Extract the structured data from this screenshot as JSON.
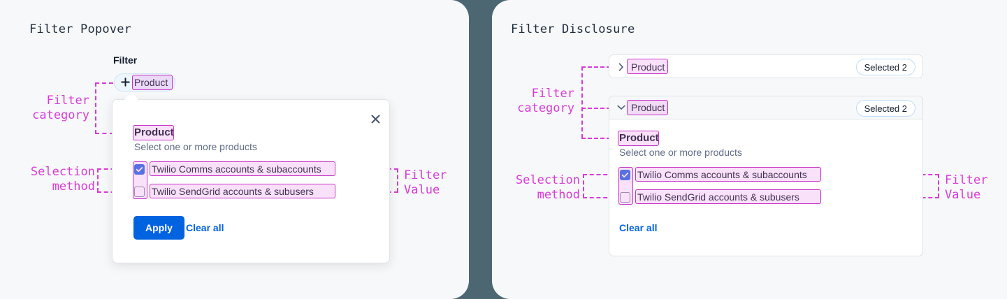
{
  "theme": {
    "page_bg": "#4d6772",
    "panel_bg": "#f7f8f9",
    "card_bg": "#ffffff",
    "accent_blue": "#0263e0",
    "annotation_magenta": "#d93bd9",
    "text_dark": "#121c2d",
    "text_muted": "#606b85"
  },
  "panels": {
    "left": {
      "title": "Filter Popover"
    },
    "right": {
      "title": "Filter Disclosure"
    }
  },
  "annotations": {
    "filter_category": "Filter\ncategory",
    "selection_method": "Selection\nmethod",
    "filter_value": "Filter\nValue"
  },
  "popover": {
    "chip_caption": "Filter",
    "chip_label": "Product",
    "plus_icon": "plus-icon",
    "close_icon": "close-icon",
    "heading": "Product",
    "subtext": "Select one or more products",
    "options": [
      {
        "label": "Twilio Comms accounts & subaccounts",
        "checked": true
      },
      {
        "label": "Twilio SendGrid accounts & subusers",
        "checked": false
      }
    ],
    "apply_label": "Apply",
    "clear_label": "Clear all"
  },
  "disclosure": {
    "collapsed": {
      "label": "Product",
      "badge": "Selected 2",
      "chevron_icon": "chevron-right-icon",
      "expanded": false
    },
    "expanded": {
      "label": "Product",
      "badge": "Selected 2",
      "chevron_icon": "chevron-down-icon",
      "expanded": true,
      "heading": "Product",
      "subtext": "Select one or more products",
      "options": [
        {
          "label": "Twilio Comms accounts & subaccounts",
          "checked": true
        },
        {
          "label": "Twilio SendGrid accounts & subusers",
          "checked": false
        }
      ],
      "clear_label": "Clear all"
    }
  }
}
